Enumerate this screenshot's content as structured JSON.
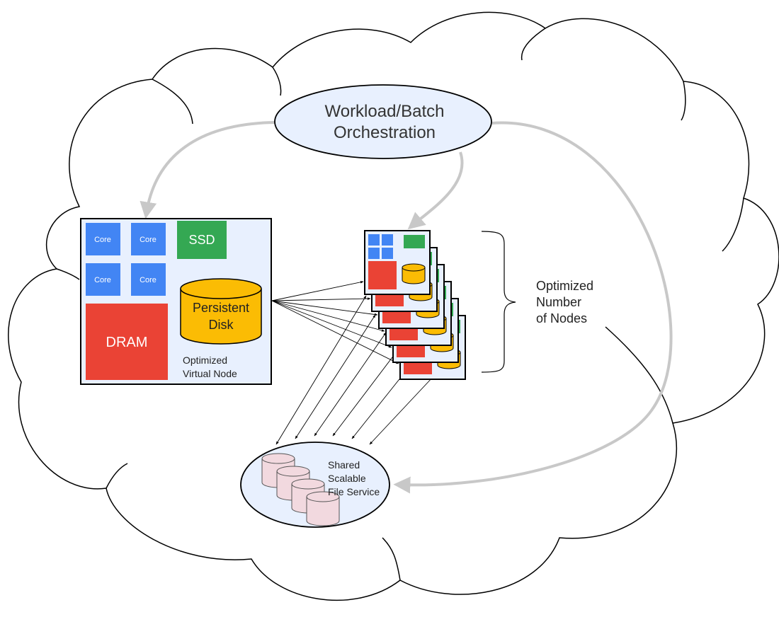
{
  "orchestrator": {
    "line1": "Workload/Batch",
    "line2": "Orchestration"
  },
  "virtual_node": {
    "cores": [
      "Core",
      "Core",
      "Core",
      "Core"
    ],
    "ssd": "SSD",
    "dram": "DRAM",
    "disk_line1": "Persistent",
    "disk_line2": "Disk",
    "caption_line1": "Optimized",
    "caption_line2": "Virtual Node"
  },
  "nodes_label": {
    "line1": "Optimized",
    "line2": "Number",
    "line3": "of Nodes"
  },
  "file_service": {
    "line1": "Shared",
    "line2": "Scalable",
    "line3": "File Service"
  },
  "colors": {
    "core_blue": "#4285f4",
    "ssd_green": "#34a853",
    "dram_red": "#ea4335",
    "disk_yellow": "#fbbc04",
    "panel_fill": "#e8f0fe",
    "storage_pink": "#f2d9df",
    "arrow_gray": "#c8c8c8"
  },
  "node_stack_count": 6
}
